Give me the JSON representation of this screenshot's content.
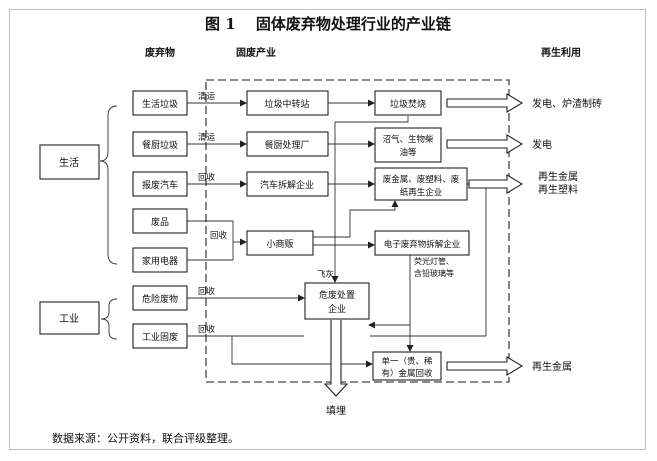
{
  "title": "图 1　 固体废弃物处理行业的产业链",
  "column_headers": {
    "waste": "废弃物",
    "industry": "固废产业",
    "recycle": "再生利用"
  },
  "sources": {
    "life": "生活",
    "industry": "工业"
  },
  "waste_items": {
    "domestic_garbage": "生活垃圾",
    "kitchen_waste": "餐厨垃圾",
    "scrap_car": "报废汽车",
    "waste_goods": "废品",
    "appliances": "家用电器",
    "hazardous": "危险废物",
    "industrial_solid": "工业固废"
  },
  "process_boxes": {
    "transfer_station": "垃圾中转站",
    "kitchen_plant": "餐厨处理厂",
    "car_dismantle": "汽车拆解企业",
    "small_trader": "小商贩",
    "hazardous_plant_l1": "危废处置",
    "hazardous_plant_l2": "企业",
    "incineration": "垃圾焚烧",
    "biogas_l1": "沼气、生物柴",
    "biogas_l2": "油等",
    "metal_recycle_l1": "废金属、废塑料、废",
    "metal_recycle_l2": "纸再生企业",
    "ewaste": "电子废弃物拆解企业",
    "precious_l1": "单一（贵、稀",
    "precious_l2": "有）金属回收"
  },
  "edge_labels": {
    "clearing_1": "清运",
    "clearing_2": "清运",
    "recover_1": "回收",
    "recover_2": "回收",
    "recover_3": "回收",
    "recover_4": "回收",
    "fly_ash": "飞灰",
    "fluorescent_l1": "荧光灯管、",
    "fluorescent_l2": "含铅玻璃等",
    "landfill": "填埋"
  },
  "outputs": {
    "power_brick": "发电、炉渣制砖",
    "power": "发电",
    "recycled_metal": "再生金属",
    "recycled_plastic": "再生塑料",
    "recycled_metal_2": "再生金属"
  },
  "footer": "数据来源：公开资料，联合评级整理。"
}
